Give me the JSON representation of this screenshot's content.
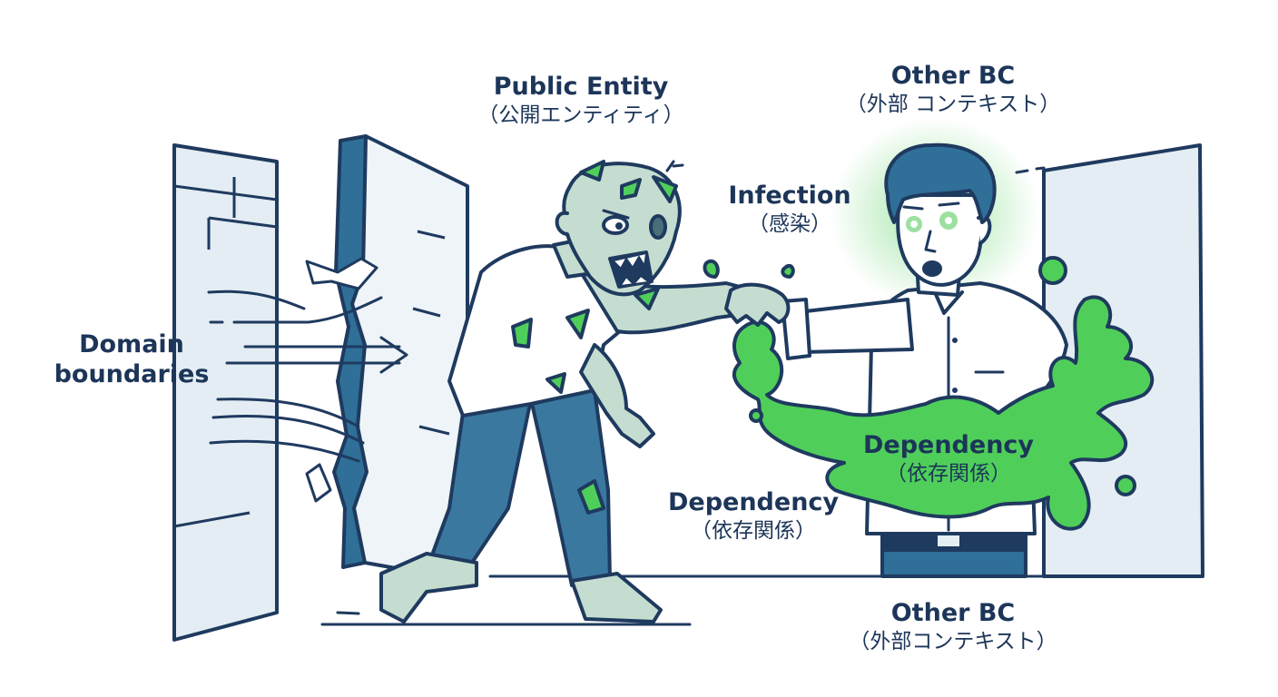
{
  "labels": {
    "public_entity": {
      "en": "Public Entity",
      "jp": "（公開エンティティ）"
    },
    "other_bc_top": {
      "en": "Other BC",
      "jp": "（外部 コンテキスト）"
    },
    "infection": {
      "en": "Infection",
      "jp": "（感染）"
    },
    "domain_boundaries": {
      "line1": "Domain",
      "line2": "boundaries"
    },
    "dependency_slime": {
      "en": "Dependency",
      "jp": "（依存関係）"
    },
    "dependency_bottom": {
      "en": "Dependency",
      "jp": "（依存関係）"
    },
    "other_bc_bottom": {
      "en": "Other BC",
      "jp": "（外部コンテキスト）"
    }
  },
  "colors": {
    "outline": "#1f3a5f",
    "wall_fill": "#e3edf3",
    "pillar_blue": "#2f6f98",
    "zombie_skin": "#b9d6c5",
    "infection_green": "#4fcf5a",
    "pants_blue": "#3a78a0",
    "text": "#1c3558"
  }
}
